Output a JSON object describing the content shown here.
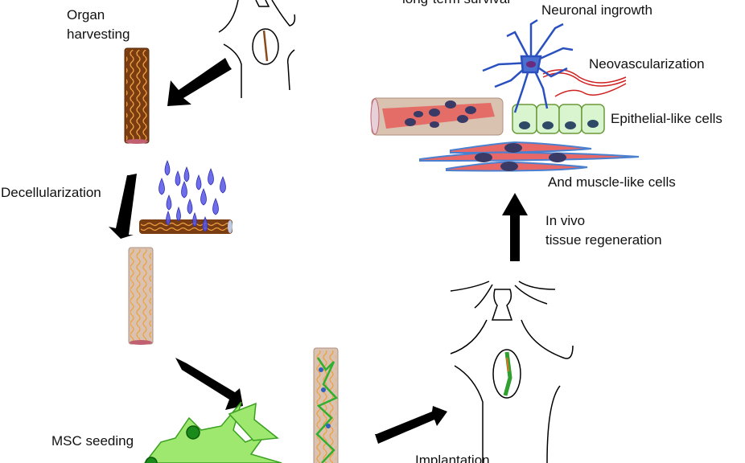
{
  "labels": {
    "organ_harvesting_1": "Organ",
    "organ_harvesting_2": "harvesting",
    "decellularization": "Decellularization",
    "msc_seeding": "MSC seeding",
    "implantation": "Implantation",
    "in_vivo_1": "In vivo",
    "in_vivo_2": "tissue regeneration",
    "muscle_cells": "And muscle-like cells",
    "epithelial_cells": "Epithelial-like cells",
    "neovascularization": "Neovascularization",
    "neuronal_ingrowth": "Neuronal ingrowth",
    "long_term_survival": "long-term survival"
  },
  "colors": {
    "native_tissue": "#7a3d12",
    "decell_scaffold": "#d9c2b0",
    "fiber": "#f0a040",
    "drops": "#5050e0",
    "msc": "#8ee060",
    "neuron": "#3060c0",
    "muscle": "#e06060",
    "epithelial": "#d8f5d0",
    "arrow": "#000000"
  }
}
